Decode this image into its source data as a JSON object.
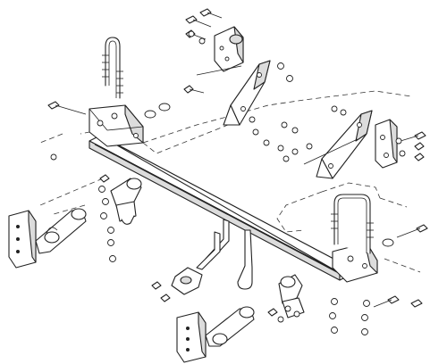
{
  "diagram": {
    "type": "exploded-assembly",
    "parts": [
      "main-crossbar",
      "left-mounting-bracket",
      "right-mounting-bracket",
      "left-u-bolt",
      "right-u-bolt",
      "left-tow-tab",
      "right-tow-tab",
      "left-frame-plate",
      "right-frame-plate",
      "left-side-bracket",
      "right-side-bracket",
      "safety-chain-plate",
      "hardware-bolts-nuts-washers"
    ]
  }
}
